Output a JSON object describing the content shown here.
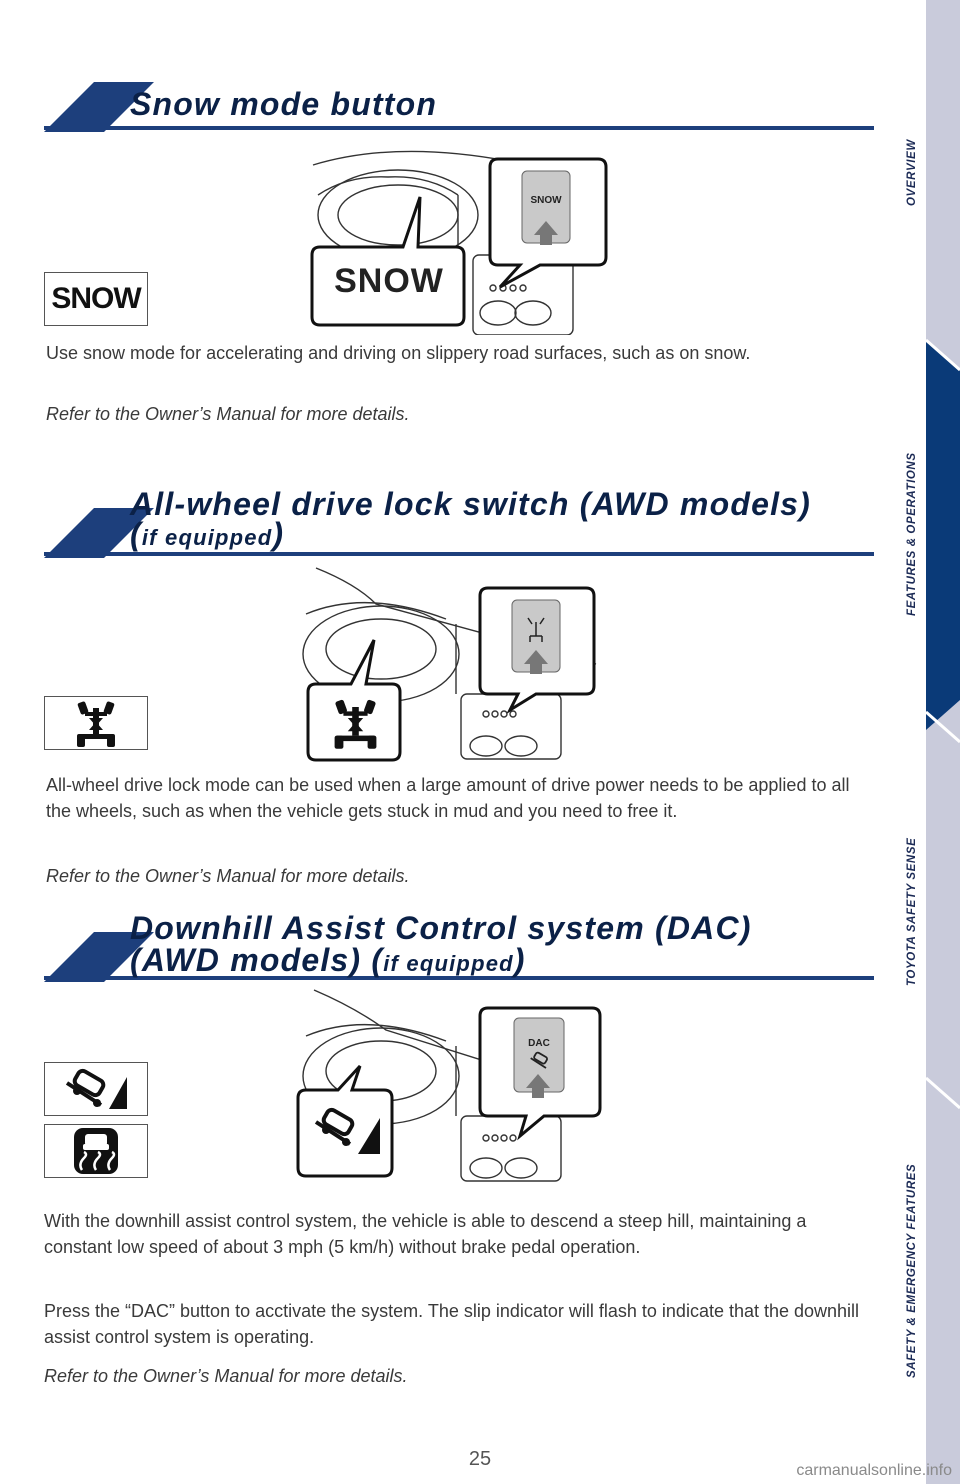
{
  "sections": {
    "snow": {
      "title": "Snow mode button",
      "indicator_label": "SNOW",
      "callout_label": "SNOW",
      "button_label": "SNOW",
      "body": "Use snow mode for accelerating and driving on slippery road surfaces, such as on snow.",
      "note": "Refer to the Owner’s Manual for more details."
    },
    "awd": {
      "title_line1": "All-wheel drive lock switch (AWD models)",
      "title_paren_open": "(",
      "title_small": "if equipped",
      "title_paren_close": ")",
      "body": "All-wheel drive lock mode can be used when a large amount of drive power needs to be applied to all the wheels, such as when the vehicle gets stuck in mud and you need to free it.",
      "note": "Refer to the Owner’s Manual for more details."
    },
    "dac": {
      "title_line1": "Downhill Assist Control system (DAC)",
      "title_line2": "(AWD models) (",
      "title_small": "if equipped",
      "title_paren_close": ")",
      "button_label": "DAC",
      "body1": "With the downhill assist control system, the vehicle is able to descend a steep hill, maintaining a constant low speed of about 3 mph (5 km/h) without brake pedal operation.",
      "body2": "Press the “DAC” button to acctivate the system. The slip indicator will flash to indicate that the downhill assist control system is operating.",
      "note": "Refer to the Owner’s Manual for more details."
    }
  },
  "sidebar": {
    "tabs": [
      "OVERVIEW",
      "FEATURES & OPERATIONS",
      "TOYOTA SAFETY SENSE",
      "SAFETY & EMERGENCY FEATURES"
    ],
    "active_index": 1,
    "active_color": "#0a3a78",
    "inactive_color": "#c9cbdb"
  },
  "page_number": "25",
  "watermark": "carmanualsonline.info",
  "colors": {
    "header_blue": "#1d3f7c",
    "title_navy": "#0b2147"
  },
  "icons": [
    "snow-indicator-icon",
    "awd-lock-icon",
    "downhill-assist-icon",
    "slip-indicator-icon",
    "up-arrow-icon"
  ]
}
